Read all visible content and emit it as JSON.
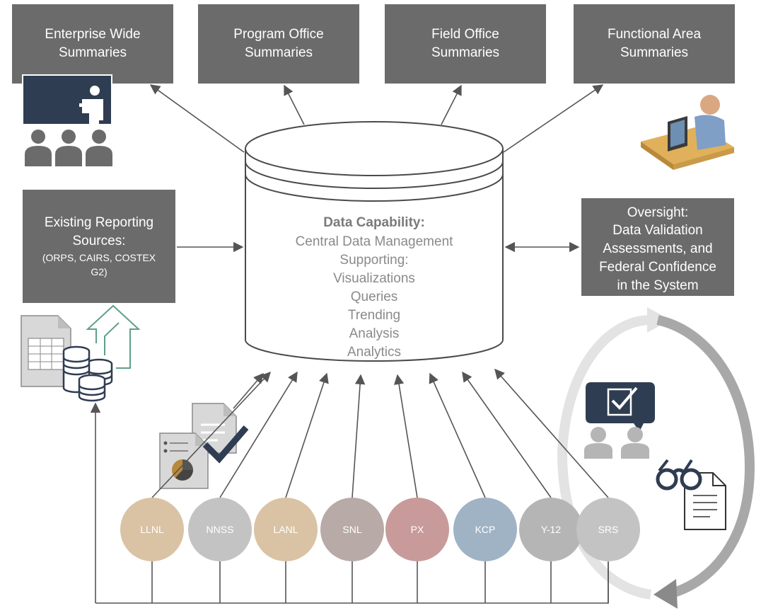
{
  "colors": {
    "box": "#6b6b6b",
    "line": "#555555",
    "cylinder_stroke": "#4a4a4a",
    "icon_dark": "#2f3d52",
    "icon_gray": "#9b9b9b"
  },
  "summaries": [
    {
      "line1": "Enterprise Wide",
      "line2": "Summaries"
    },
    {
      "line1": "Program Office",
      "line2": "Summaries"
    },
    {
      "line1": "Field Office",
      "line2": "Summaries"
    },
    {
      "line1": "Functional Area",
      "line2": "Summaries"
    }
  ],
  "existing_sources": {
    "line1": "Existing Reporting",
    "line2": "Sources:",
    "line3": "(ORPS, CAIRS, COSTEX",
    "line4": "G2)"
  },
  "oversight": {
    "line1": "Oversight:",
    "line2": "Data Validation",
    "line3": "Assessments, and",
    "line4": "Federal Confidence",
    "line5": "in the System"
  },
  "capability": {
    "title": "Data Capability:",
    "lines": [
      "Central Data Management",
      "Supporting:",
      "Visualizations",
      "Queries",
      "Trending",
      "Analysis",
      "Analytics"
    ]
  },
  "sites": [
    {
      "label": "LLNL",
      "color": "#d9c3a4"
    },
    {
      "label": "NNSS",
      "color": "#c3c3c3"
    },
    {
      "label": "LANL",
      "color": "#d9c3a4"
    },
    {
      "label": "SNL",
      "color": "#b8aaa6"
    },
    {
      "label": "PX",
      "color": "#c89a9a"
    },
    {
      "label": "KCP",
      "color": "#9fb3c4"
    },
    {
      "label": "Y-12",
      "color": "#b5b5b5"
    },
    {
      "label": "SRS",
      "color": "#c3c3c3"
    }
  ],
  "icons": {
    "presentation": "presentation-icon",
    "workstation": "workstation-icon",
    "spreadsheet_database": "spreadsheet-database-icon",
    "upload": "upload-arrow-icon",
    "report_check": "report-check-icon",
    "discussion_check": "discussion-check-icon",
    "glasses_document": "glasses-document-icon",
    "cycle": "cycle-arrows-icon"
  }
}
